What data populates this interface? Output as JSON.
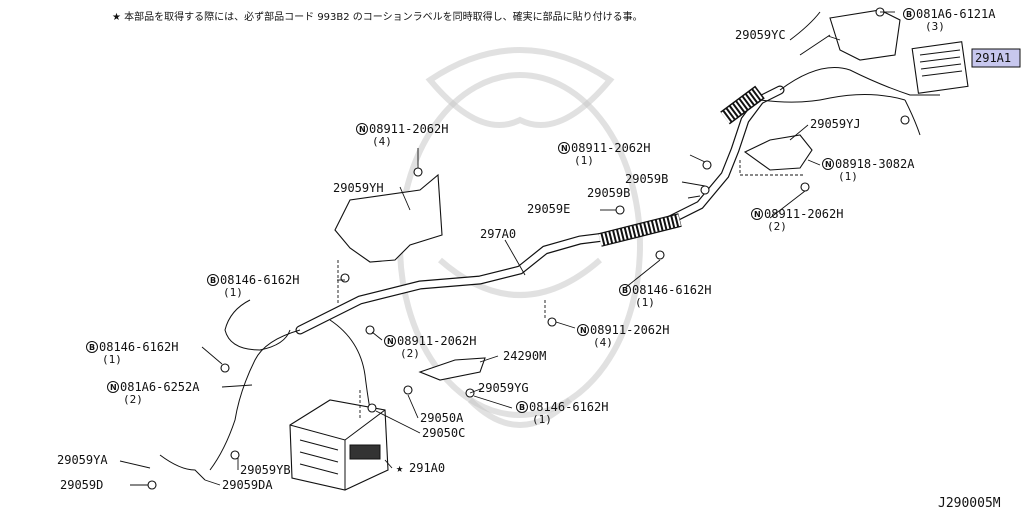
{
  "note": "★ 本部品を取得する際には、必ず部品コード 993B2 のコーションラベルを同時取得し、確実に部品に貼り付ける事。",
  "drawing_id": "J290005M",
  "callouts": {
    "c_081a6_6121a": {
      "code": "081A6-6121A",
      "qty": "(3)",
      "prefix": "B"
    },
    "c_29059yc": {
      "code": "29059YC"
    },
    "c_291a1": {
      "code": "291A1"
    },
    "c_29059yj": {
      "code": "29059YJ"
    },
    "c_08918_3082a": {
      "code": "08918-3082A",
      "qty": "(1)",
      "prefix": "N"
    },
    "c_08911_2062h_top": {
      "code": "08911-2062H",
      "qty": "(4)",
      "prefix": "N"
    },
    "c_08911_2062h_mid": {
      "code": "08911-2062H",
      "qty": "(1)",
      "prefix": "N"
    },
    "c_29059b_1": {
      "code": "29059B"
    },
    "c_29059b_2": {
      "code": "29059B"
    },
    "c_29059e": {
      "code": "29059E"
    },
    "c_08911_2062h_right": {
      "code": "08911-2062H",
      "qty": "(2)",
      "prefix": "N"
    },
    "c_29059yh": {
      "code": "29059YH"
    },
    "c_297a0": {
      "code": "297A0"
    },
    "c_08146_6162h_a": {
      "code": "08146-6162H",
      "qty": "(1)",
      "prefix": "B"
    },
    "c_08146_6162h_b": {
      "code": "08146-6162H",
      "qty": "(1)",
      "prefix": "B"
    },
    "c_08146_6162h_c": {
      "code": "08146-6162H",
      "qty": "(1)",
      "prefix": "B"
    },
    "c_08911_2062h_low": {
      "code": "08911-2062H",
      "qty": "(4)",
      "prefix": "N"
    },
    "c_08911_2062h_low2": {
      "code": "08911-2062H",
      "qty": "(2)",
      "prefix": "N"
    },
    "c_24290m": {
      "code": "24290M"
    },
    "c_081a6_6252a": {
      "code": "081A6-6252A",
      "qty": "(2)",
      "prefix": "N"
    },
    "c_29059yg": {
      "code": "29059YG"
    },
    "c_08146_6162h_d": {
      "code": "08146-6162H",
      "qty": "(1)",
      "prefix": "B"
    },
    "c_29050a": {
      "code": "29050A"
    },
    "c_29050c": {
      "code": "29050C"
    },
    "c_29059ya": {
      "code": "29059YA"
    },
    "c_29059yb": {
      "code": "29059YB"
    },
    "c_291a0": {
      "code": "291A0",
      "star": "★"
    },
    "c_29059d": {
      "code": "29059D"
    },
    "c_29059da": {
      "code": "29059DA"
    }
  },
  "colors": {
    "highlight": "#c7c7ee",
    "ink": "#111111"
  }
}
